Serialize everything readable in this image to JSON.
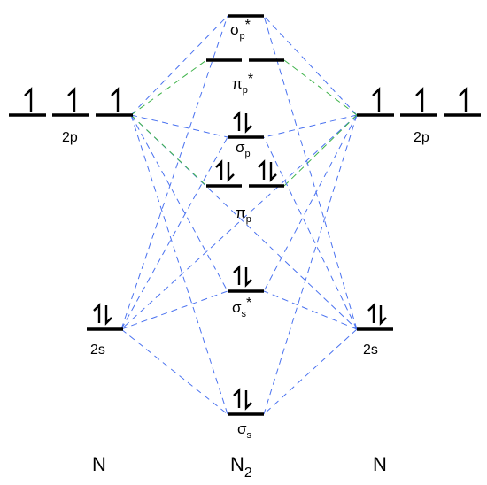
{
  "diagram": {
    "left_atom": "N",
    "molecule": "N",
    "molecule_sub": "2",
    "right_atom": "N",
    "left_2p_label": "2p",
    "right_2p_label": "2p",
    "left_2s_label": "2s",
    "right_2s_label": "2s",
    "orbitals": {
      "sigma_p_star": {
        "base": "σ",
        "sub": "p",
        "sup": "*"
      },
      "pi_p_star": {
        "base": "π",
        "sub": "p",
        "sup": "*"
      },
      "sigma_p": {
        "base": "σ",
        "sub": "p"
      },
      "pi_p": {
        "base": "π",
        "sub": "p"
      },
      "sigma_s_star": {
        "base": "σ",
        "sub": "s",
        "sup": "*"
      },
      "sigma_s": {
        "base": "σ",
        "sub": "s"
      }
    },
    "colors": {
      "sigma_correlation": "#4a72f0",
      "pi_correlation": "#3fb34a",
      "level": "#000000"
    }
  }
}
